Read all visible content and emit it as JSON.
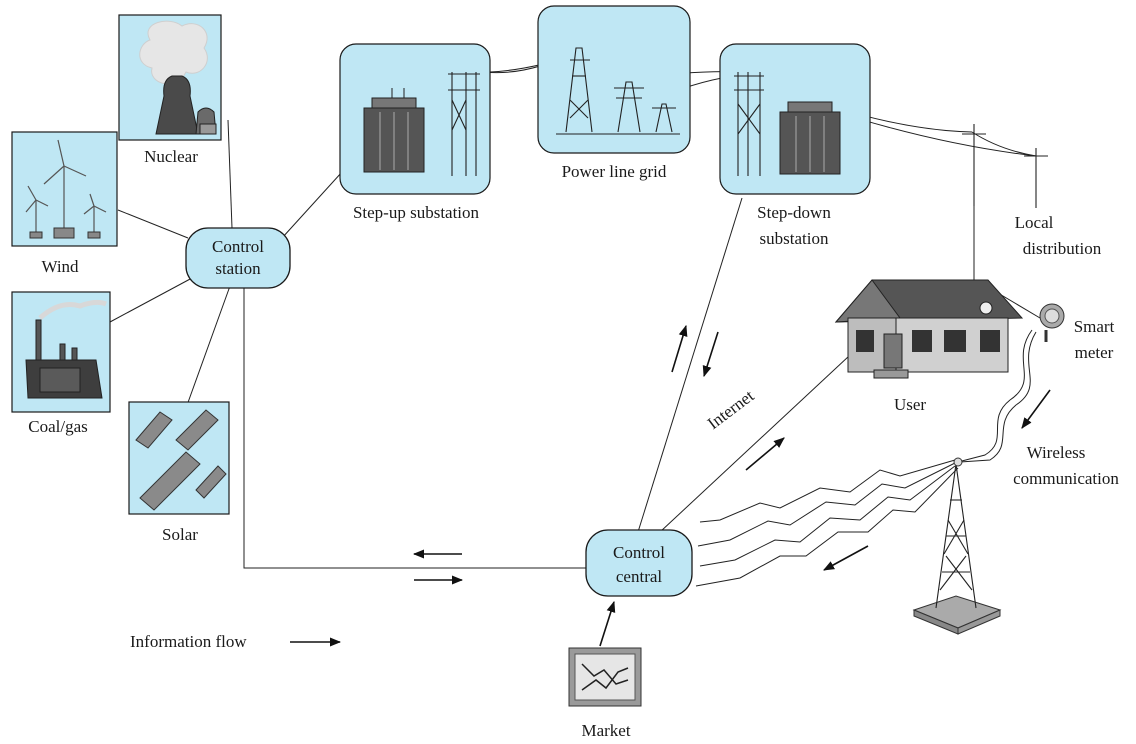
{
  "labels": {
    "nuclear": "Nuclear",
    "wind": "Wind",
    "coal_gas": "Coal/gas",
    "solar": "Solar",
    "control_station": [
      "Control",
      "station"
    ],
    "step_up": "Step-up substation",
    "power_line_grid": "Power line grid",
    "step_down": [
      "Step-down",
      "substation"
    ],
    "local_distribution": [
      "Local",
      "distribution"
    ],
    "smart_meter": [
      "Smart",
      "meter"
    ],
    "user": "User",
    "internet": "Internet",
    "wireless": [
      "Wireless",
      "communication"
    ],
    "control_central": [
      "Control",
      "central"
    ],
    "market": "Market",
    "information_flow": "Information flow"
  },
  "colors": {
    "panel_fill": "#bfe7f4",
    "line": "#1a1a1a"
  }
}
